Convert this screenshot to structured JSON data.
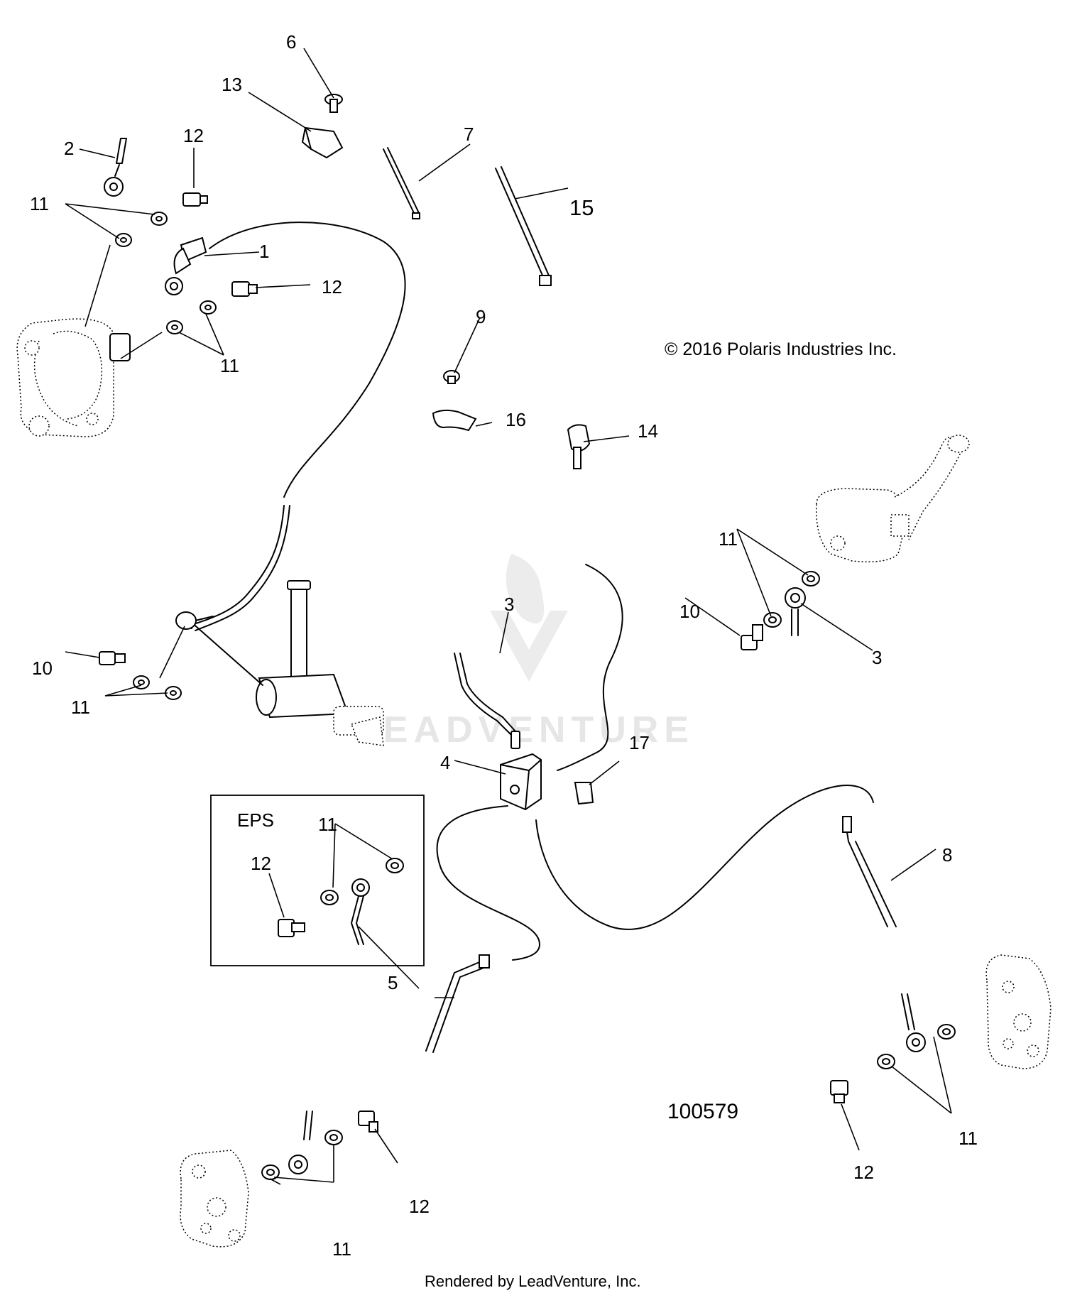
{
  "labels": {
    "l1": "1",
    "l2": "2",
    "l3a": "3",
    "l3b": "3",
    "l4": "4",
    "l5": "5",
    "l6": "6",
    "l7": "7",
    "l8": "8",
    "l9": "9",
    "l10a": "10",
    "l10b": "10",
    "l11a": "11",
    "l11b": "11",
    "l11c": "11",
    "l11d": "11",
    "l11e": "11",
    "l11f": "11",
    "l11g": "11",
    "l12a": "12",
    "l12b": "12",
    "l12c": "12",
    "l12d": "12",
    "l12e": "12",
    "l13": "13",
    "l14": "14",
    "l15": "15",
    "l16": "16",
    "l17": "17"
  },
  "copyright": "© 2016 Polaris Industries Inc.",
  "inset_title": "EPS",
  "ref_number": "100579",
  "watermark": "LEADVENTURE",
  "footer": "Rendered by LeadVenture, Inc."
}
